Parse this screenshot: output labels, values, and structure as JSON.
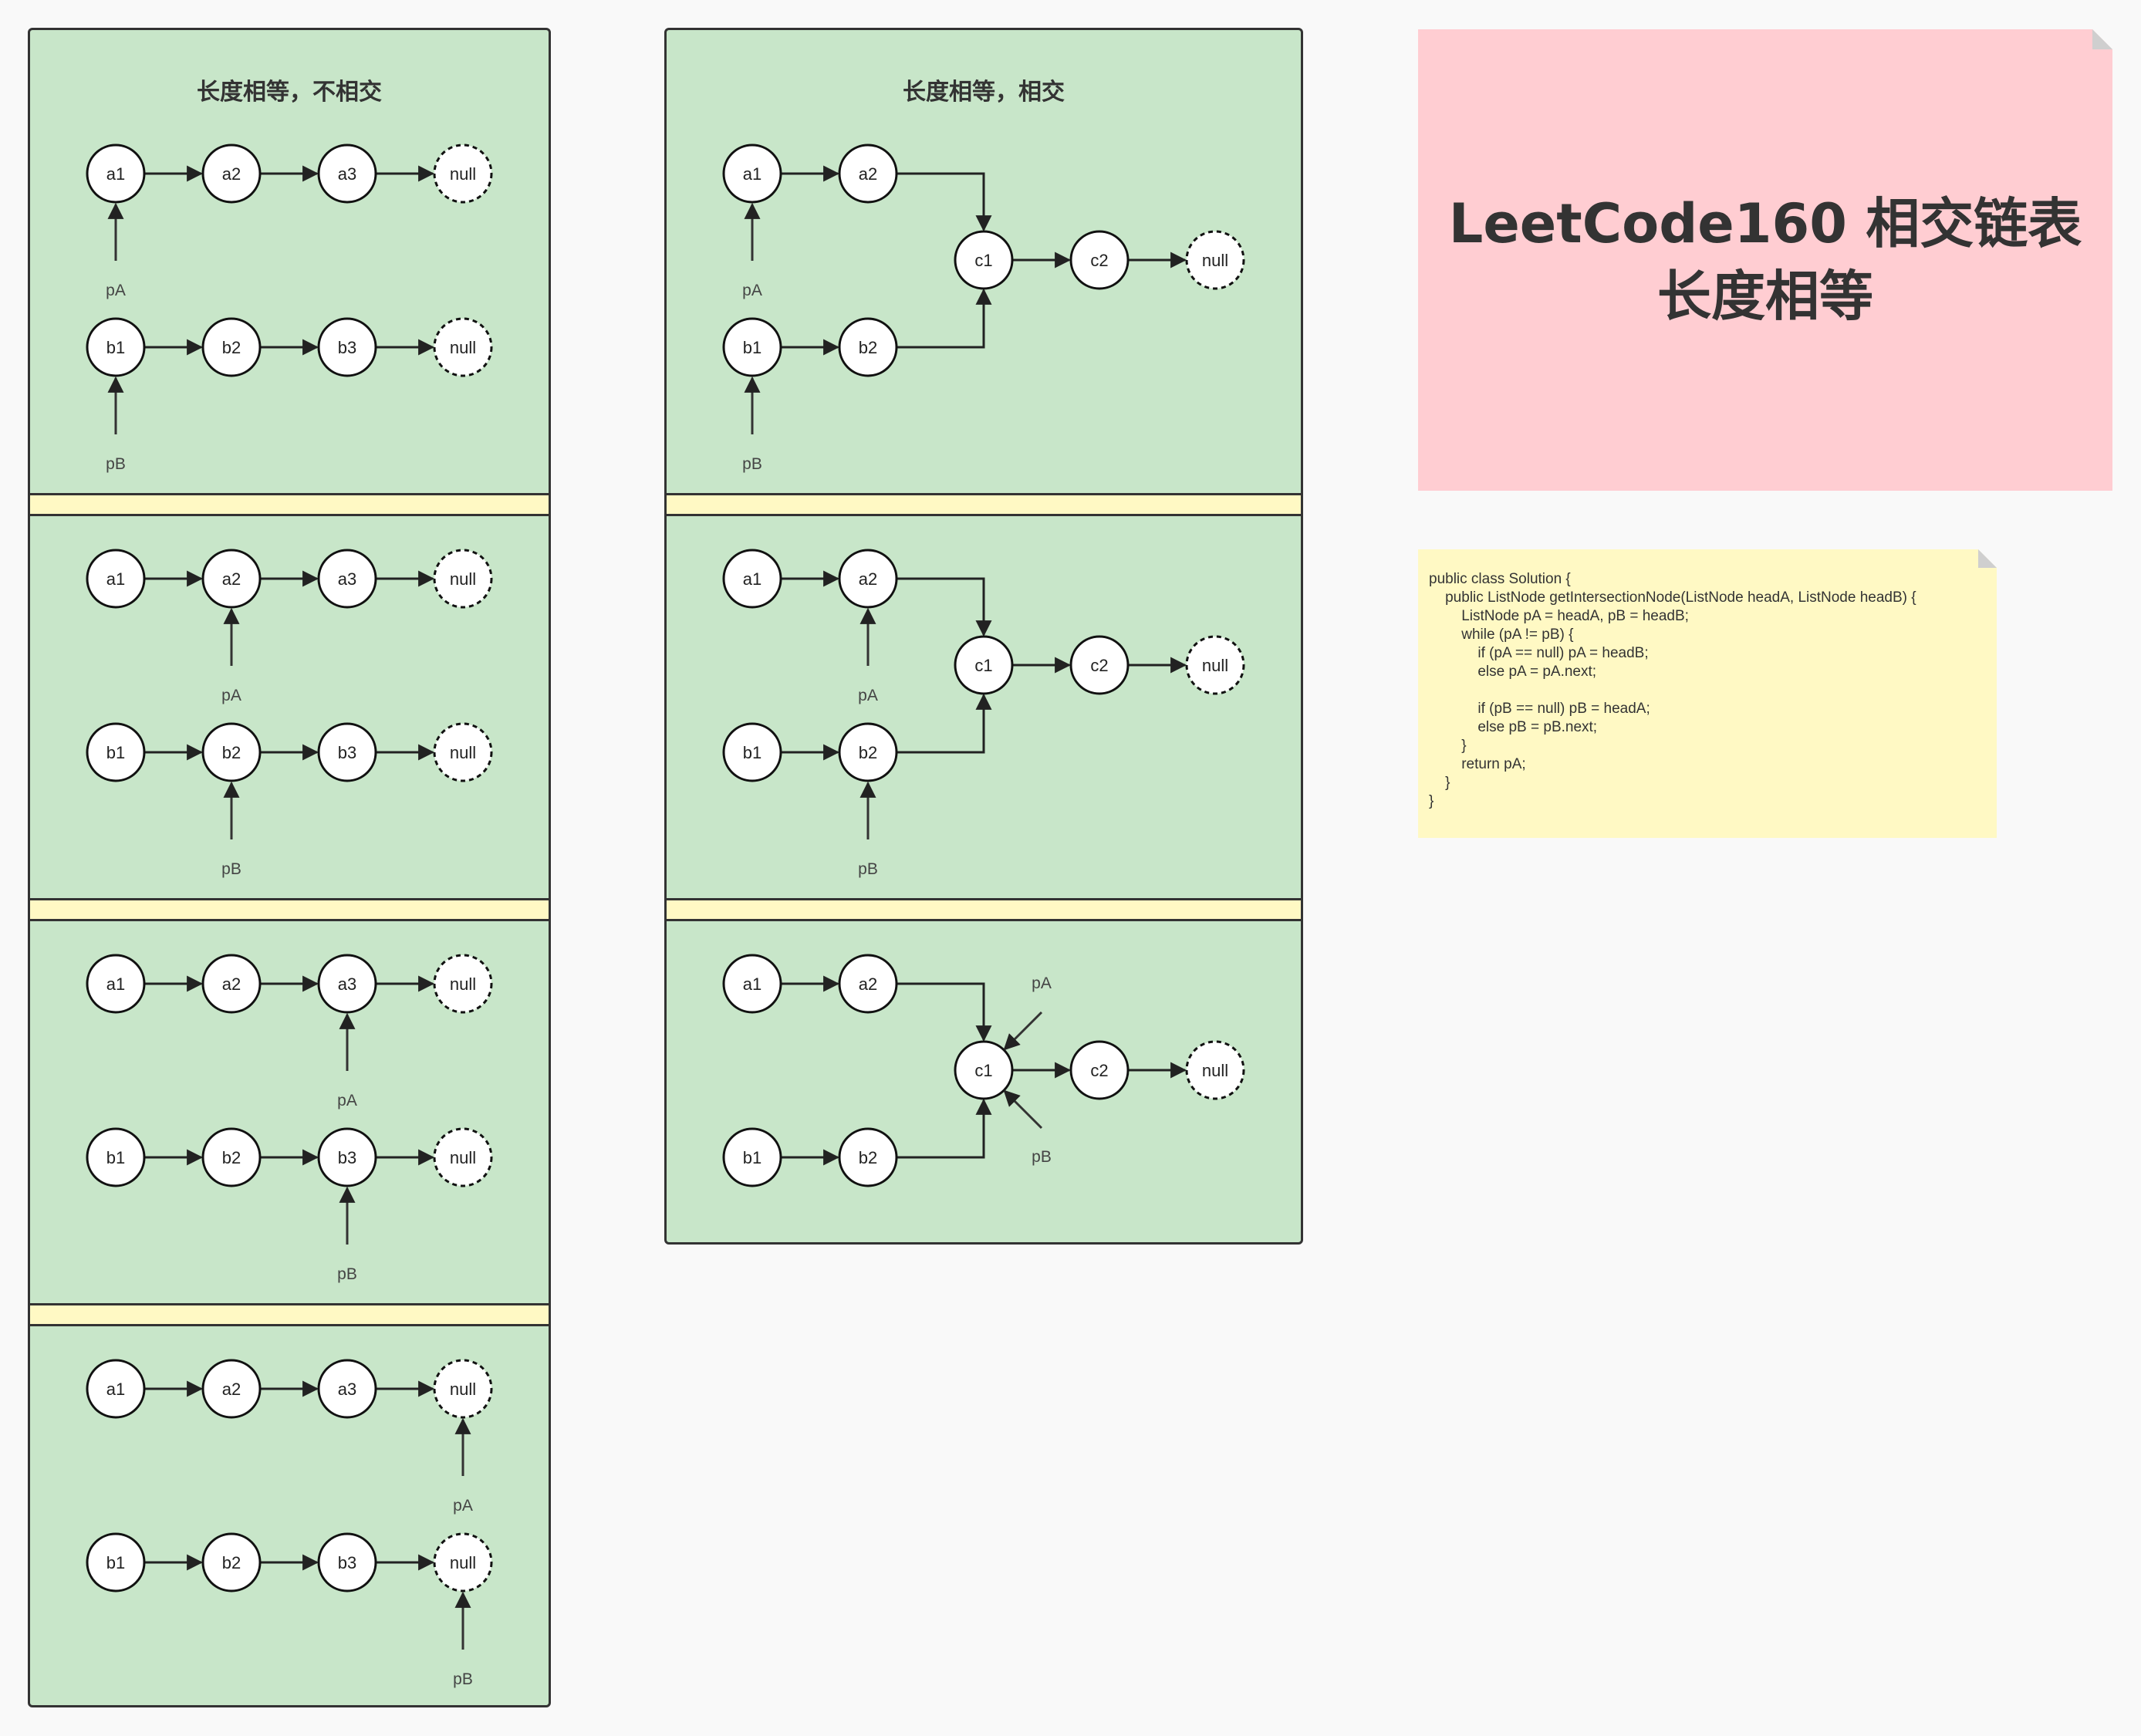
{
  "panels": {
    "left_title": "长度相等，不相交",
    "mid_title": "长度相等，相交"
  },
  "title_note": {
    "line1": "LeetCode160 相交链表",
    "line2": "长度相等"
  },
  "code_note": {
    "lines": [
      "public class Solution {",
      "    public ListNode getIntersectionNode(ListNode headA, ListNode headB) {",
      "        ListNode pA = headA, pB = headB;",
      "        while (pA != pB) {",
      "            if (pA == null) pA = headB;",
      "            else pA = pA.next;",
      "",
      "            if (pB == null) pB = headA;",
      "            else pB = pB.next;",
      "        }",
      "        return pA;",
      "    }",
      "}"
    ]
  },
  "labels": {
    "a1": "a1",
    "a2": "a2",
    "a3": "a3",
    "b1": "b1",
    "b2": "b2",
    "b3": "b3",
    "c1": "c1",
    "c2": "c2",
    "null": "null",
    "pA": "pA",
    "pB": "pB"
  },
  "colors": {
    "panel_bg": "#c8e6c9",
    "divider_bg": "#fff9c4",
    "title_note_bg": "#ffcdd2",
    "code_note_bg": "#fff9c4"
  },
  "left_steps": [
    {
      "pA_at": "a1",
      "pB_at": "b1"
    },
    {
      "pA_at": "a2",
      "pB_at": "b2"
    },
    {
      "pA_at": "a3",
      "pB_at": "b3"
    },
    {
      "pA_at": "null",
      "pB_at": "null"
    }
  ],
  "mid_steps": [
    {
      "pA_at": "a1",
      "pB_at": "b1"
    },
    {
      "pA_at": "a2",
      "pB_at": "b2"
    },
    {
      "pA_at": "c1",
      "pB_at": "c1"
    }
  ]
}
